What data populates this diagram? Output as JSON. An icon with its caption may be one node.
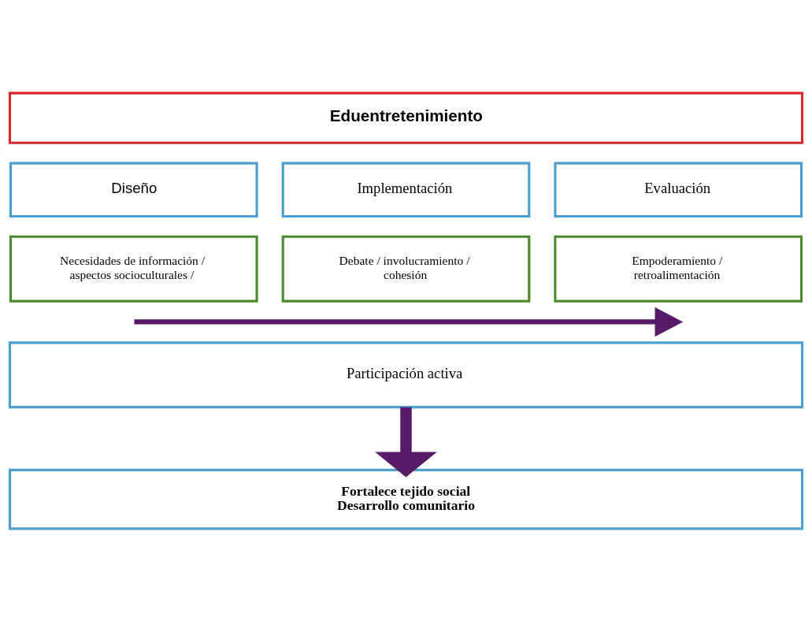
{
  "diagram": {
    "nodes": [
      {
        "text": [
          "Eduentretenimiento"
        ]
      },
      {
        "text": [
          "Diseño"
        ]
      },
      {
        "text": [
          "Implementación"
        ]
      },
      {
        "text": [
          "Evaluación"
        ]
      },
      {
        "text": [
          "Necesidades de información / aspectos socioculturales /"
        ]
      },
      {
        "text": [
          "Debate / involucramiento / cohesión"
        ]
      },
      {
        "text": [
          "Empoderamiento / retroalimentación"
        ]
      },
      {
        "text": [
          "Participación activa"
        ]
      },
      {
        "text": [
          "Fortalece tejido social",
          "Desarrollo comunitario"
        ]
      }
    ],
    "edges": [
      {
        "from": 7,
        "to": 8,
        "arrow": "to",
        "color": "#561a66"
      }
    ]
  }
}
